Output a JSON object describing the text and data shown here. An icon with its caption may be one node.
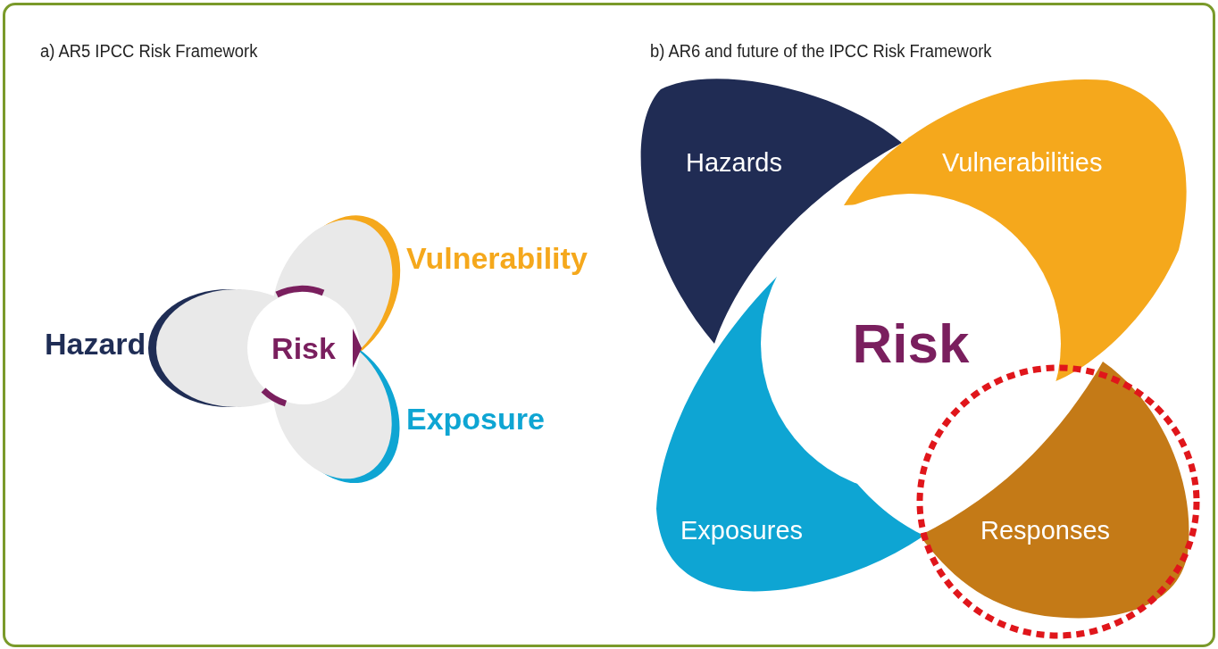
{
  "diagram": {
    "nodes": [
      {
        "text": [
          "Hazard"
        ]
      },
      {
        "text": [
          "Risk"
        ]
      },
      {
        "text": [
          "Vulnerability"
        ]
      },
      {
        "text": [
          "Exposure"
        ]
      },
      {
        "text": [
          "Hazards"
        ]
      },
      {
        "text": [
          "Vulnerabilities"
        ]
      },
      {
        "text": [
          "Risk"
        ]
      },
      {
        "text": [
          "Exposures"
        ]
      },
      {
        "text": [
          "Responses"
        ]
      }
    ],
    "labels": [
      "a) AR5 IPCC Risk Framework",
      "b) AR6 and future of the IPCC Risk Framework"
    ]
  }
}
